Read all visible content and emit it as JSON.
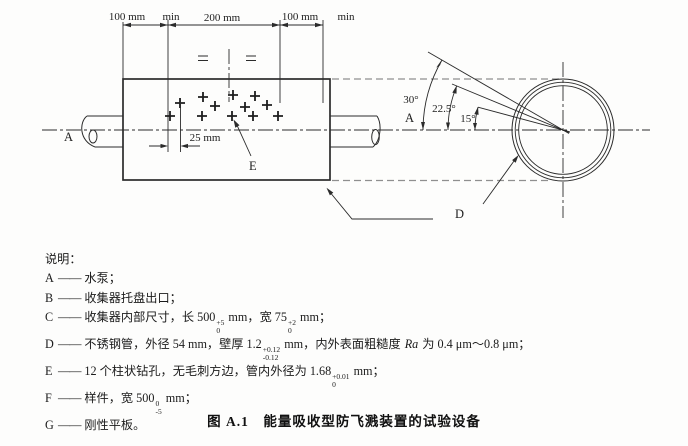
{
  "figure": {
    "type": "technical-diagram",
    "subject": "splash-suppression test rig"
  },
  "diagram": {
    "dim_left": "100 mm",
    "dim_left_min": "min",
    "dim_mid": "200 mm",
    "dim_right": "100 mm",
    "dim_right_min": "min",
    "dim_holes": "25 mm",
    "label_a_left": "A",
    "label_a_right": "A",
    "label_e": "E",
    "label_d": "D",
    "angle_30": "30°",
    "angle_225": "22.5°",
    "angle_15": "15°",
    "drill_hole_count": 12
  },
  "legend": {
    "title": "说明：",
    "dash": "——",
    "items": [
      {
        "key": "A",
        "segments": [
          {
            "t": "水泵；"
          }
        ]
      },
      {
        "key": "B",
        "segments": [
          {
            "t": "收集器托盘出口；"
          }
        ]
      },
      {
        "key": "C",
        "segments": [
          {
            "t": "收集器内部尺寸，长 500"
          },
          {
            "sup": "+5",
            "sub": "0"
          },
          {
            "t": " mm，宽 75"
          },
          {
            "sup": "+2",
            "sub": "0"
          },
          {
            "t": " mm；"
          }
        ]
      },
      {
        "key": "D",
        "segments": [
          {
            "t": "不锈钢管，外径 54 mm，壁厚 1.2"
          },
          {
            "sup": "+0.12",
            "sub": "-0.12"
          },
          {
            "t": " mm，内外表面粗糙度 "
          },
          {
            "i": "Ra"
          },
          {
            "t": " 为 0.4 μm～0.8 μm；"
          }
        ]
      },
      {
        "key": "E",
        "segments": [
          {
            "t": "12 个柱状钻孔，无毛刺方边，管内外径为 1.68"
          },
          {
            "sup": "+0.01",
            "sub": "0"
          },
          {
            "t": " mm；"
          }
        ]
      },
      {
        "key": "F",
        "segments": [
          {
            "t": "样件，宽 500"
          },
          {
            "sup": "0",
            "sub": "-5"
          },
          {
            "t": " mm；"
          }
        ]
      },
      {
        "key": "G",
        "segments": [
          {
            "t": "刚性平板。"
          }
        ]
      }
    ]
  },
  "caption": "图 A.1　能量吸收型防飞溅装置的试验设备",
  "colors": {
    "ink": "#2b2b2b",
    "dashed_gray": "#8f8f8f",
    "background": "#fdfdfc"
  }
}
